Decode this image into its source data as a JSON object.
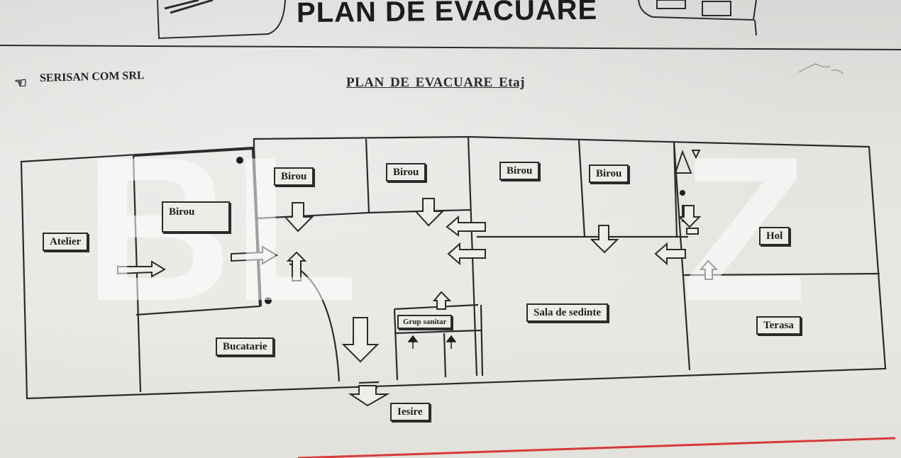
{
  "header": {
    "title": "PLAN  DE EVACUARE"
  },
  "company": "SERISAN COM SRL",
  "subtitle": "PLAN DE EVACUARE   Etaj",
  "watermark": {
    "left": "BL",
    "right": "Z"
  },
  "rooms": {
    "atelier": "Atelier",
    "birou_1": "Birou",
    "birou_2": "Birou",
    "birou_3": "Birou",
    "birou_4": "Birou",
    "birou_5": "Birou",
    "bucatarie": "Bucatarie",
    "grup_sanitar": "Grup sanitar",
    "sala_sedinte": "Sala de sedinte",
    "hol": "Hol",
    "terasa": "Terasa",
    "iesire": "Iesire"
  },
  "colors": {
    "ink": "#2b2b2b",
    "paper": "#e6e6e1",
    "label_bg": "#ecece8",
    "red_line": "#d83a3a"
  }
}
